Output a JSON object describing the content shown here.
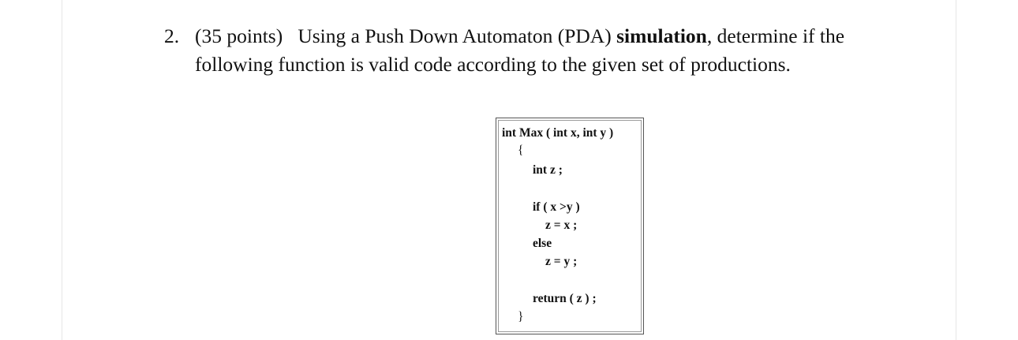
{
  "question": {
    "number": "2.",
    "points": "(35 points)",
    "text_before_bold": "Using a Push Down Automaton (PDA) ",
    "bold_word": "simulation",
    "text_after_bold": ", determine if the",
    "line2": "following function is valid code according to the given set of productions."
  },
  "code": {
    "signature": "int Max ( int x, int y )",
    "open_brace": "{",
    "decl": "int z ;",
    "if_line": "if ( x >y )",
    "assign_x": "z = x ;",
    "else_line": "else",
    "assign_y": "z = y ;",
    "return_line": "return ( z ) ;",
    "close_brace": "}"
  }
}
